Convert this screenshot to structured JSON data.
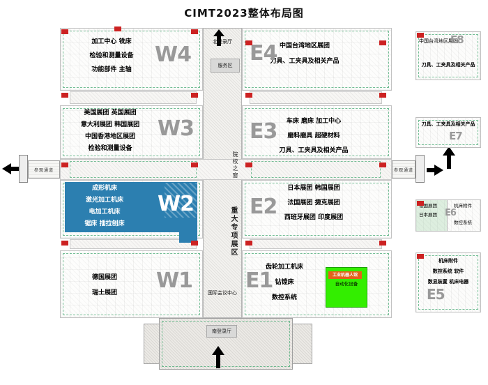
{
  "title": "CIMT2023整体布局图",
  "halls": {
    "w4": {
      "id": "W4",
      "lines": [
        "加工中心  铣床",
        "检验和测量设备",
        "功能部件  主轴"
      ]
    },
    "e4": {
      "id": "E4",
      "lines": [
        "中国台湾地区展团",
        "刀具、工夹具及相关产品"
      ]
    },
    "w3": {
      "id": "W3",
      "lines": [
        "美国展团  英国展团",
        "意大利展团  韩国展团",
        "中国香港地区展团",
        "检验和测量设备"
      ]
    },
    "e3": {
      "id": "E3",
      "lines": [
        "车床  磨床  加工中心",
        "磨料磨具  超硬材料",
        "刀具、工夹具及相关产品"
      ]
    },
    "w2": {
      "id": "W2",
      "lines": [
        "成形机床",
        "激光加工机床",
        "电加工机床",
        "锯床  插拉刨床"
      ]
    },
    "e2": {
      "id": "E2",
      "lines": [
        "日本展团  韩国展团",
        "法国展团  捷克展团",
        "西班牙展团  印度展团"
      ]
    },
    "w1": {
      "id": "W1",
      "lines": [
        "德国展团",
        "瑞士展团"
      ]
    },
    "e1": {
      "id": "E1",
      "lines": [
        "齿轮加工机床",
        "钻镗床",
        "数控系统"
      ],
      "robot_zone": {
        "tag": "工业机器人馆",
        "label": "自动化设备"
      }
    }
  },
  "side_halls": {
    "e8": {
      "id": "E8",
      "line1": "中国台湾地区展团",
      "line2": "刀具、工夹具及相关产品"
    },
    "e7": {
      "id": "E7",
      "line1": "刀具、工夹具及相关产品"
    },
    "e6": {
      "id": "E6",
      "left": [
        "德国展团",
        "日本展团"
      ],
      "right": [
        "机床附件",
        "数控系统"
      ]
    },
    "e5": {
      "id": "E5",
      "lines": [
        "机床附件",
        "数控系统  软件",
        "数显装置  机床电器"
      ]
    }
  },
  "corridor": {
    "north_gate": "北登录厅",
    "service": "服务区",
    "schools": "院校之窗",
    "major_projects": "重大专项展区",
    "conference": "国际会议中心",
    "south_gate": "南登录厅"
  },
  "passages": {
    "west": "参观通道",
    "east": "参观通道"
  },
  "colors": {
    "w2_blue": "#2c7fb0",
    "robot_green": "#33ee00",
    "tag_red": "#cc2222",
    "tag_orange": "#e2621b",
    "hall_id_gray": "#999999"
  }
}
